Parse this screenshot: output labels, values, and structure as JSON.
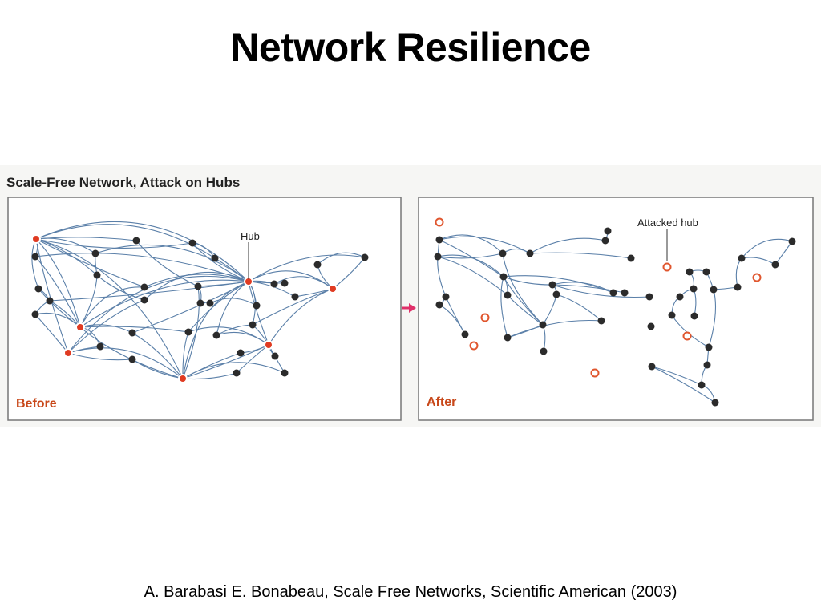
{
  "slide": {
    "title": "Network Resilience",
    "citation": "A. Barabasi E. Bonabeau, Scale Free Networks, Scientific American (2003)"
  },
  "figure": {
    "title": "Scale-Free Network, Attack on Hubs",
    "before_panel": {
      "label": "Before",
      "annotation": "Hub",
      "colors": {
        "node": "#2b2b2b",
        "hub": "#e03b22",
        "edge": "#5a7fa8",
        "frame": "#777777"
      }
    },
    "after_panel": {
      "label": "After",
      "annotation": "Attacked hub",
      "colors": {
        "node": "#2b2b2b",
        "removed_hub": "#e0562e",
        "edge": "#5a7fa8",
        "frame": "#777777"
      }
    },
    "arrow_color": "#e0306a"
  }
}
